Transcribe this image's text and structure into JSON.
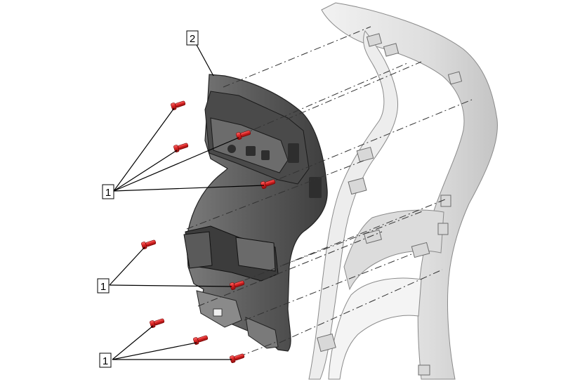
{
  "diagram": {
    "callouts": [
      {
        "label": "2"
      },
      {
        "label": "1"
      },
      {
        "label": "1"
      },
      {
        "label": "1"
      }
    ],
    "colors": {
      "screw": "#d42020",
      "bracket": "#5e5e5e",
      "bracket_dark": "#3a3a3a",
      "bezel": "#e6e6e6",
      "bezel_shade": "#c8c8c8",
      "line": "#000000"
    }
  }
}
